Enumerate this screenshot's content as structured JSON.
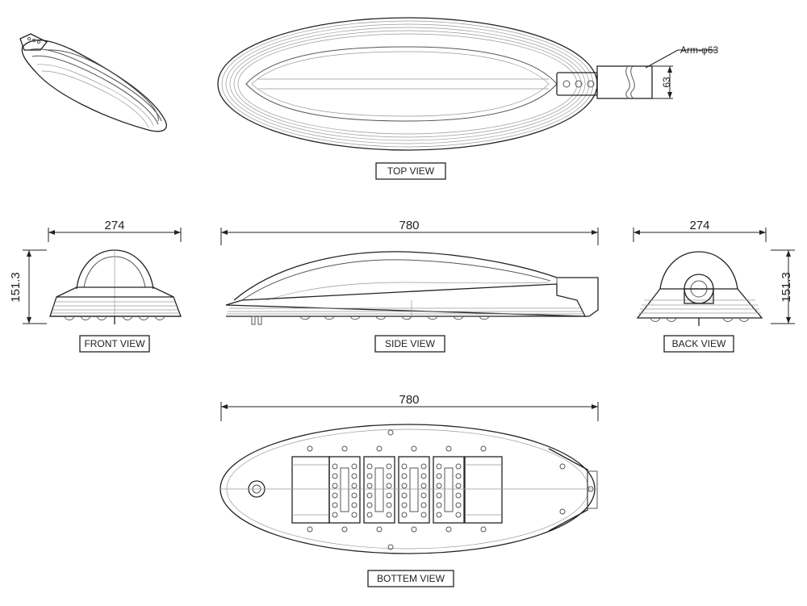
{
  "views": {
    "top": "TOP VIEW",
    "front": "FRONT VIEW",
    "side": "SIDE VIEW",
    "back": "BACK VIEW",
    "bottom": "BOTTEM VIEW"
  },
  "dimensions": {
    "front_width": "274",
    "front_height": "151.3",
    "side_length": "780",
    "back_width": "274",
    "back_height": "151.3",
    "bottom_length": "780",
    "arm_label": "Arm-φ63",
    "arm_size": "63"
  }
}
